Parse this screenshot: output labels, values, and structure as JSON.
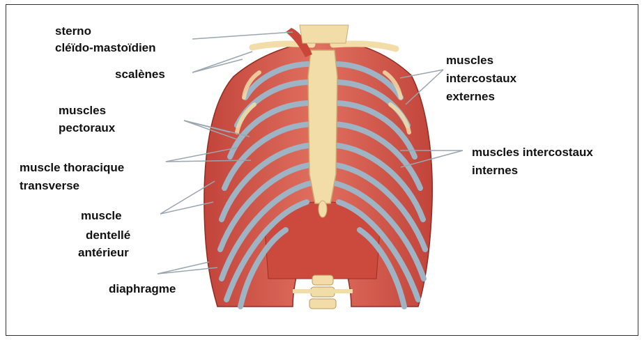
{
  "labels": {
    "sterno": "sterno",
    "cleido": "cléïdo-mastoïdien",
    "scalenes": "scalènes",
    "pect_1": "muscles",
    "pect_2": "pectoraux",
    "thor_1": "muscle thoracique",
    "thor_2": "transverse",
    "dent_1": "muscle",
    "dent_2": "dentellé",
    "dent_3": "antérieur",
    "diaphragme": "diaphragme",
    "ext_1": "muscles",
    "ext_2": "intercostaux",
    "ext_3": "externes",
    "int_1": "muscles intercostaux",
    "int_2": "internes"
  },
  "colors": {
    "muscle": "#d9584a",
    "muscle_dark": "#b83a2e",
    "rib": "#9eb4c4",
    "bone": "#f2dca8",
    "leader": "#9aa5b0"
  }
}
